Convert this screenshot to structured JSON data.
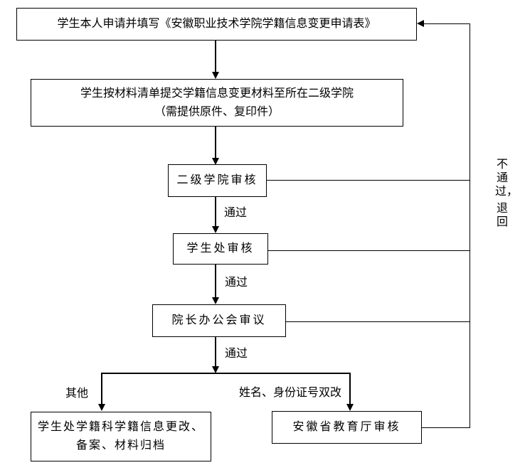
{
  "flowchart": {
    "nodes": {
      "apply": {
        "label": "学生本人申请并填写《安徽职业技术学院学籍信息变更申请表》"
      },
      "submit": {
        "lines": [
          "学生按材料清单提交学籍信息变更材料至所在二级学院",
          "（需提供原件、复印件）"
        ]
      },
      "college_review": {
        "label": "二级学院审核"
      },
      "student_affairs_review": {
        "label": "学生处审核"
      },
      "presidents_meeting": {
        "label": "院长办公会审议"
      },
      "archive": {
        "lines": [
          "学生处学籍科学籍信息更改、",
          "备案、材料归档"
        ]
      },
      "provincial_review": {
        "label": "安徽省教育厅审核"
      }
    },
    "edge_labels": {
      "pass_1": "通过",
      "pass_2": "通过",
      "pass_3": "通过",
      "other_branch": "其他",
      "name_id_branch": "姓名、身份证号双改",
      "reject": {
        "lines": [
          "不通过，",
          "退回"
        ]
      }
    },
    "colors": {
      "line": "#000000",
      "background": "#ffffff",
      "text": "#000000"
    }
  }
}
